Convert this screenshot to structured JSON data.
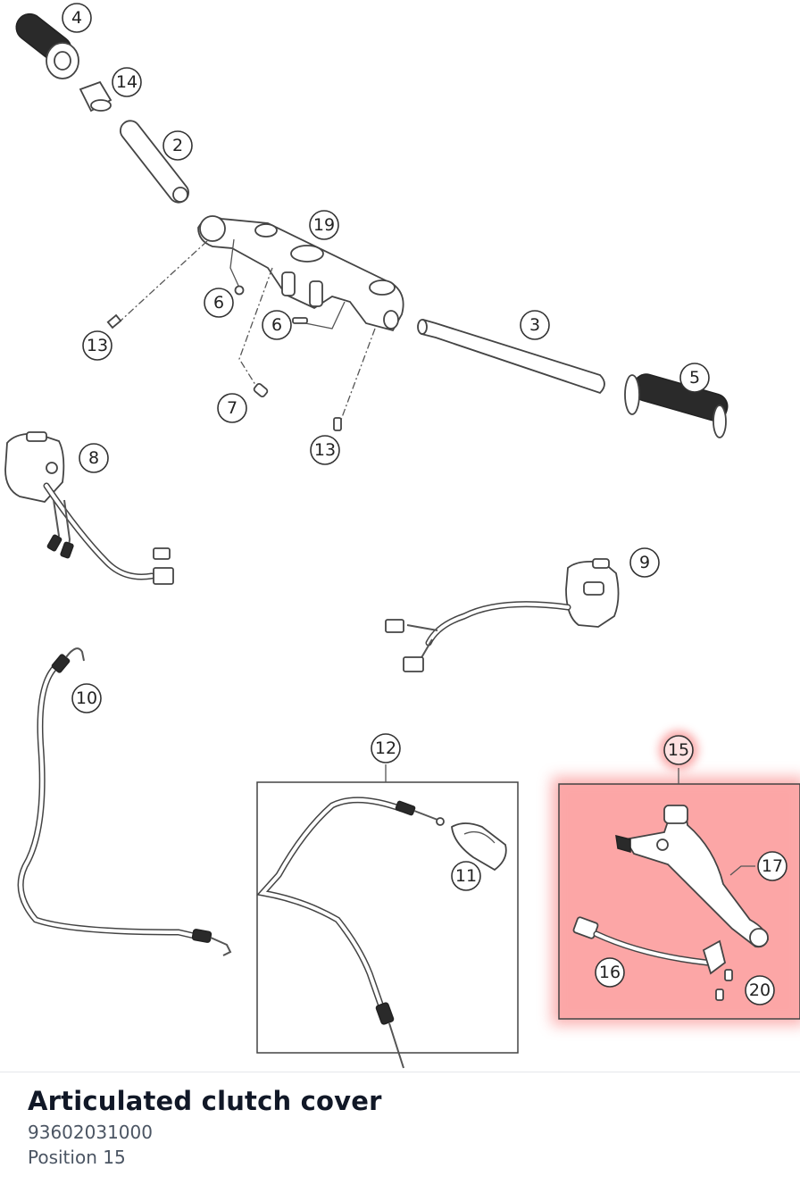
{
  "diagram": {
    "callouts": [
      "4",
      "14",
      "2",
      "19",
      "6",
      "6",
      "13",
      "7",
      "13",
      "3",
      "5",
      "8",
      "9",
      "10",
      "12",
      "11",
      "15",
      "17",
      "16",
      "20"
    ],
    "highlight_color": "#f87171"
  },
  "part": {
    "title": "Articulated clutch cover",
    "number": "93602031000",
    "position": "Position 15"
  }
}
